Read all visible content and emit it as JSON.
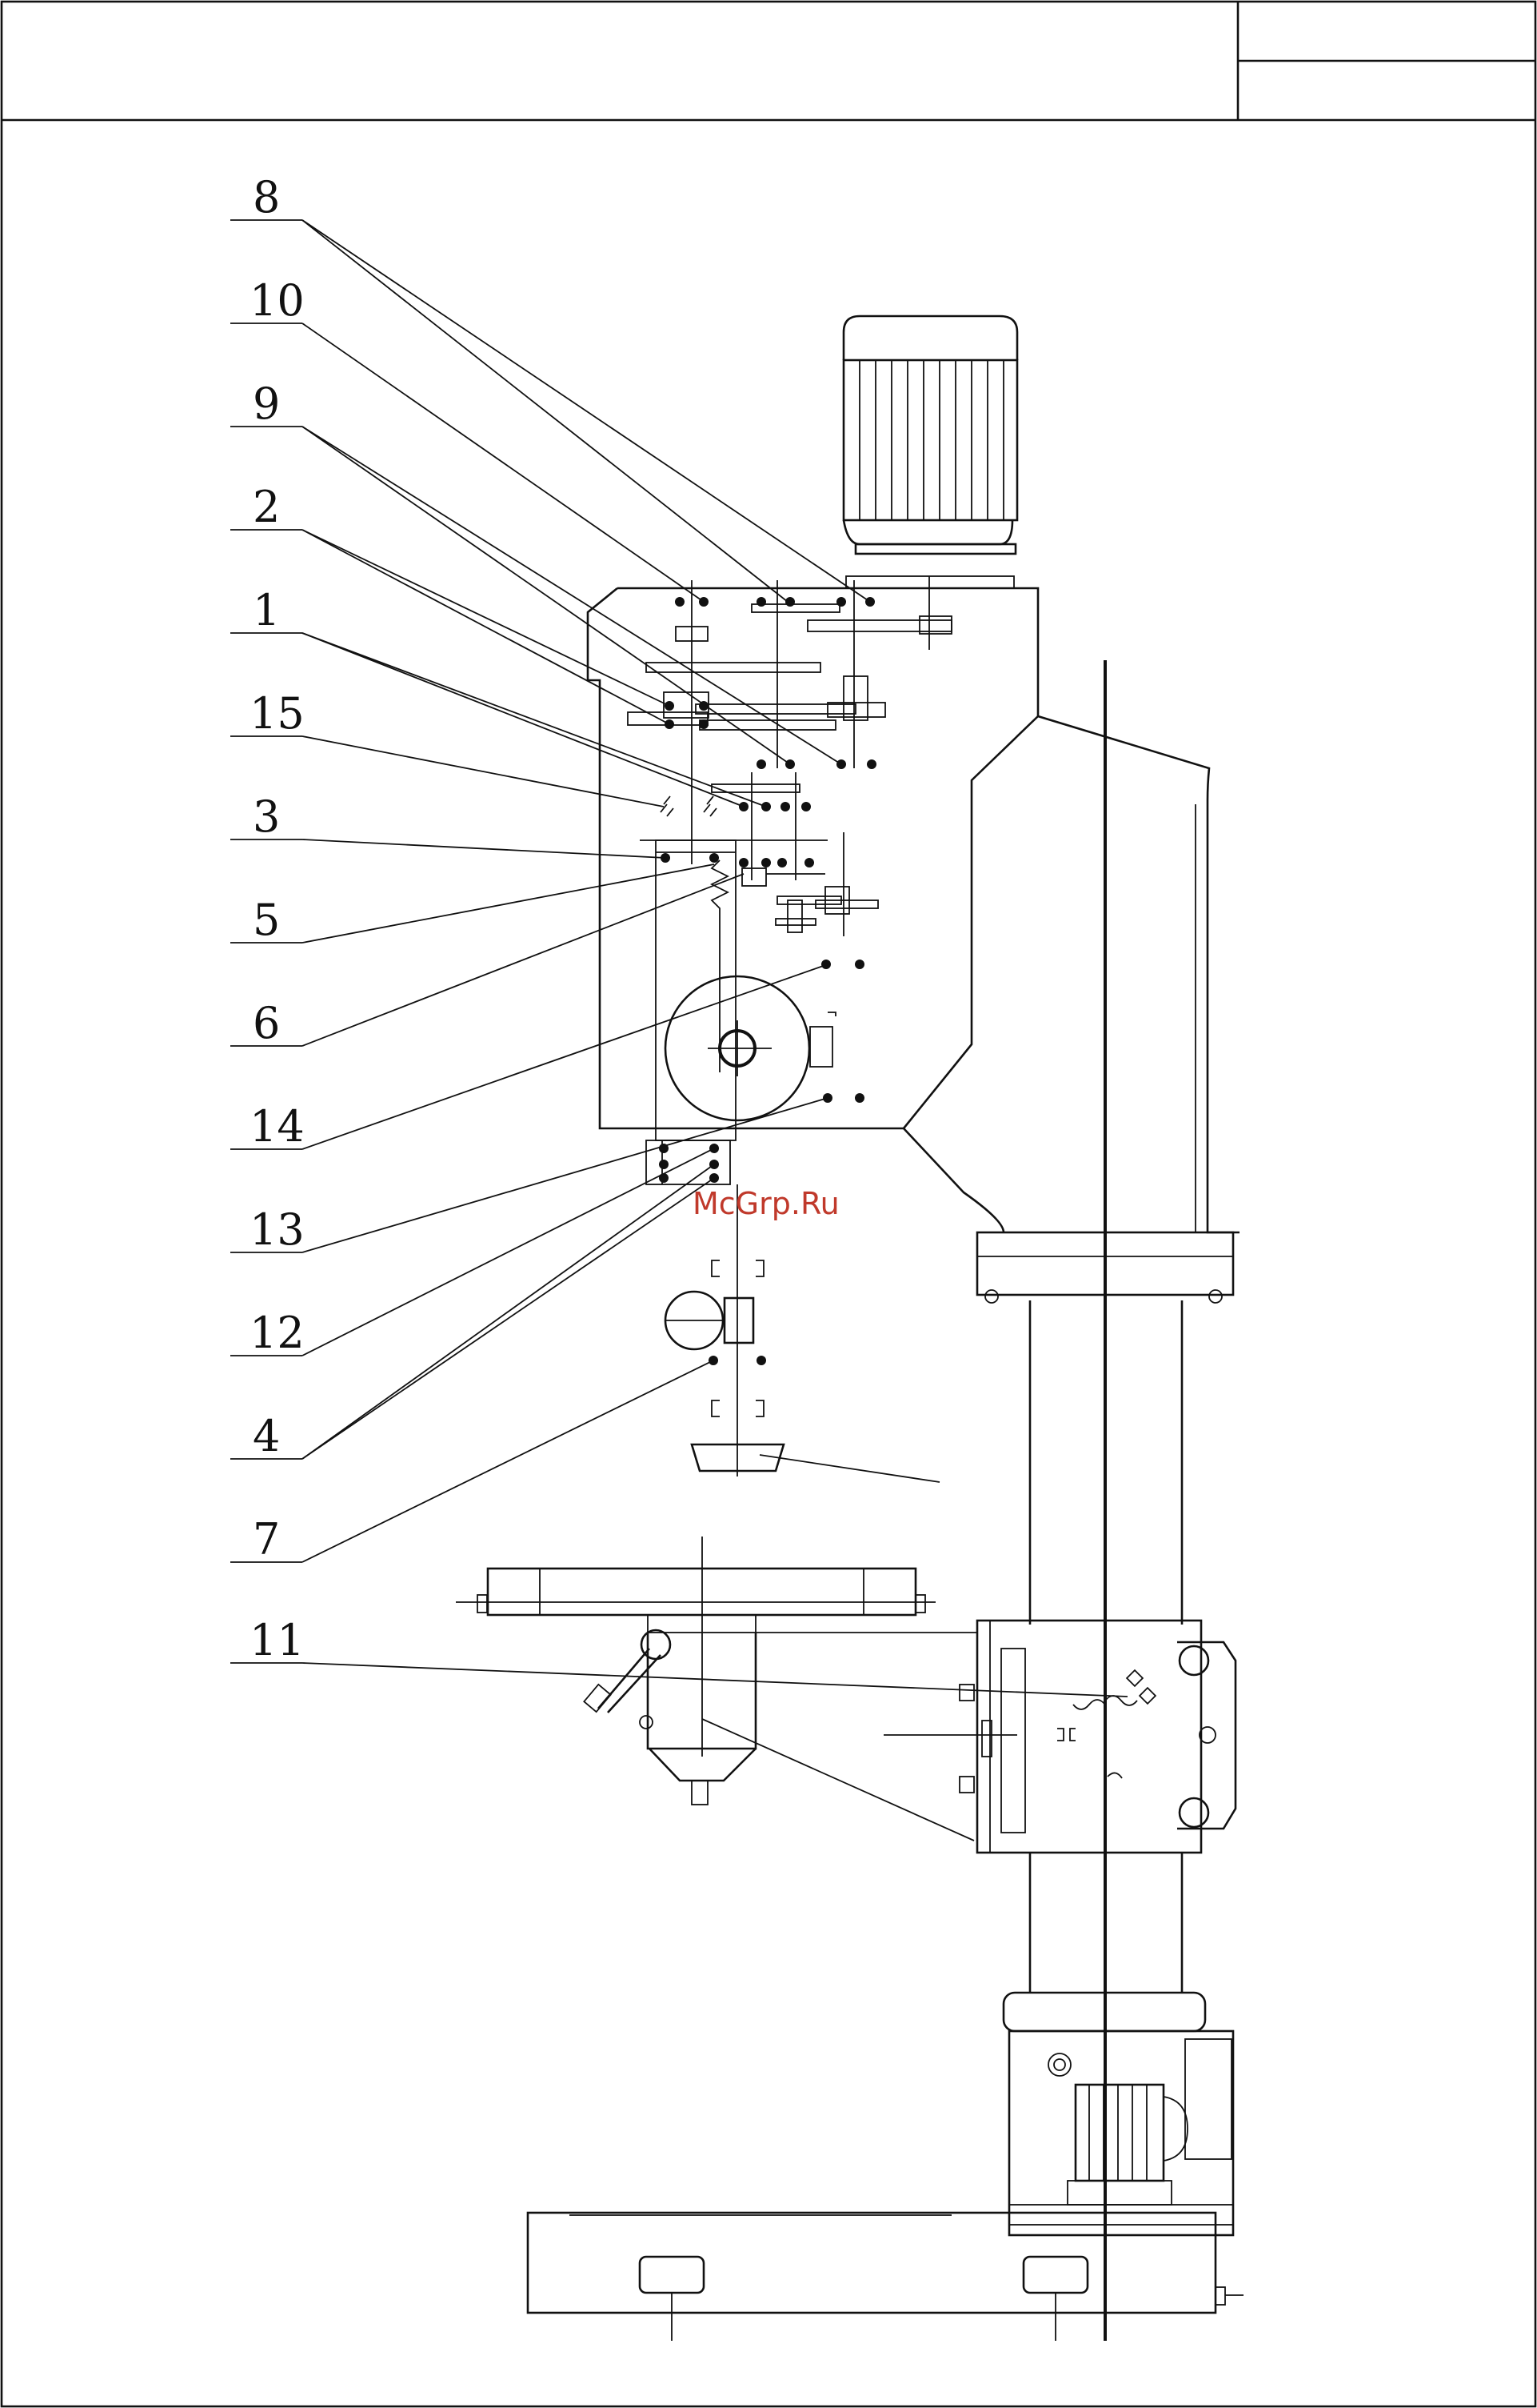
{
  "watermark": "McGrp.Ru",
  "callouts": [
    {
      "id": "c8",
      "label": "8"
    },
    {
      "id": "c10",
      "label": "10"
    },
    {
      "id": "c9",
      "label": "9"
    },
    {
      "id": "c2",
      "label": "2"
    },
    {
      "id": "c1",
      "label": "1"
    },
    {
      "id": "c15",
      "label": "15"
    },
    {
      "id": "c3",
      "label": "3"
    },
    {
      "id": "c5",
      "label": "5"
    },
    {
      "id": "c6",
      "label": "6"
    },
    {
      "id": "c14",
      "label": "14"
    },
    {
      "id": "c13",
      "label": "13"
    },
    {
      "id": "c12",
      "label": "12"
    },
    {
      "id": "c4",
      "label": "4"
    },
    {
      "id": "c7",
      "label": "7"
    },
    {
      "id": "c11",
      "label": "11"
    }
  ]
}
